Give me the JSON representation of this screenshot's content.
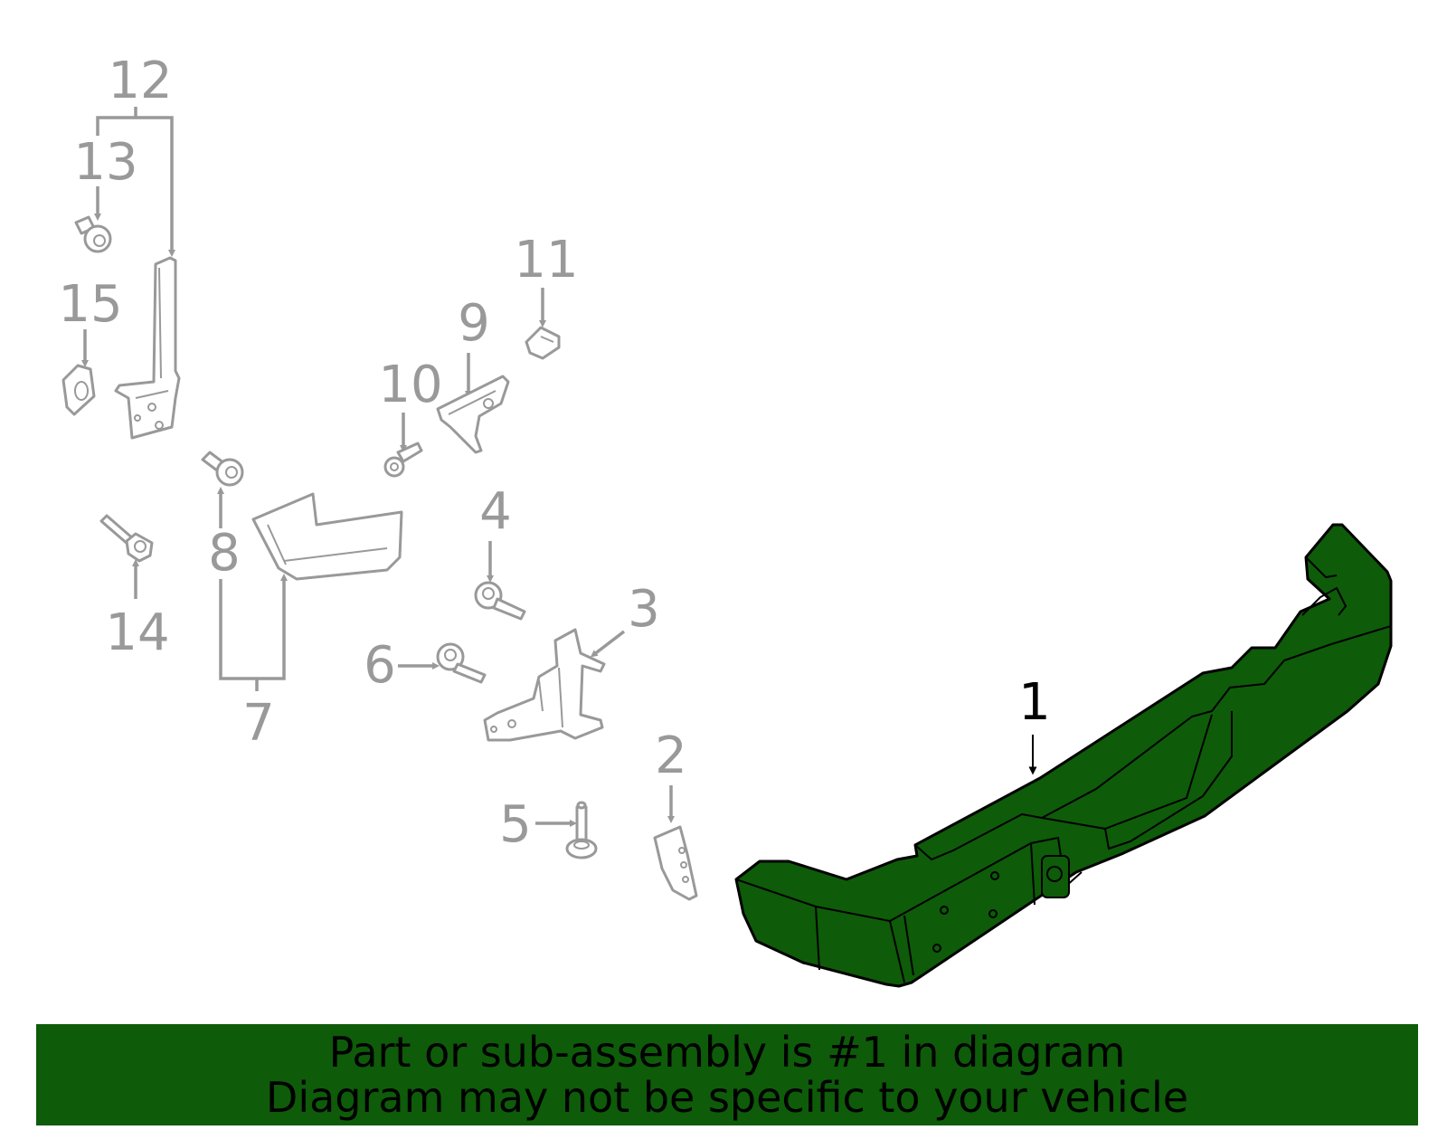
{
  "callouts": {
    "c1": "1",
    "c2": "2",
    "c3": "3",
    "c4": "4",
    "c5": "5",
    "c6": "6",
    "c7": "7",
    "c8": "8",
    "c9": "9",
    "c10": "10",
    "c11": "11",
    "c12": "12",
    "c13": "13",
    "c14": "14",
    "c15": "15"
  },
  "highlight_part": "1",
  "colors": {
    "highlight": "#0e5b09",
    "line": "#999999"
  },
  "banner": {
    "line1": "Part or sub-assembly is #1 in diagram",
    "line2": "Diagram may not be specific to your vehicle"
  }
}
